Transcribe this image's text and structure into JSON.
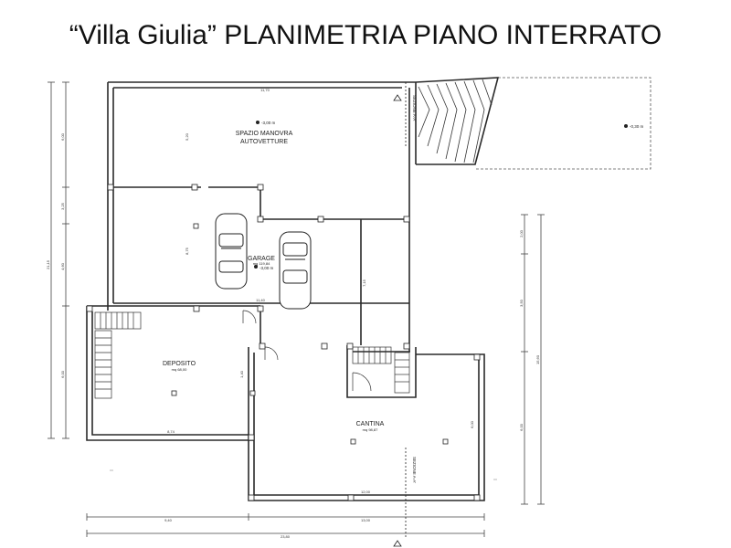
{
  "title": "“Villa Giulia”  PLANIMETRIA PIANO INTERRATO",
  "rooms": {
    "spazio_line1": "SPAZIO MANOVRA",
    "spazio_line2": "AUTOVETTURE",
    "garage": "GARAGE",
    "garage_area": "mq 119,84",
    "deposito": "DEPOSITO",
    "deposito_area": "mq 68,00",
    "cantina": "CANTINA",
    "cantina_area": "mq 98,87"
  },
  "levels": {
    "spazio": "-3,00 m",
    "garage": "-3,00 m",
    "terrace": "-0,30 m"
  },
  "section": {
    "top": "SEZIONE A-A'",
    "bottom": "SEZIONE A-A'"
  },
  "dimensions": {
    "top_width": "11,70",
    "garage_lower": "11,40",
    "deposito_width": "8,74",
    "cantina_width": "12,00",
    "spazio_depth": "5,20",
    "garage_depth": "8,75",
    "stair_height": "7,15",
    "deposito_height": "1,40",
    "cantina_height": "6,00",
    "left_1": "6,00",
    "left_2": "3,25",
    "left_3": "4,60",
    "left_total": "21,15",
    "left_4": "6,00",
    "right_1": "2,00",
    "right_2": "3,50",
    "right_3": "6,00",
    "right_total": "15,60",
    "bottom_1": "9,40",
    "bottom_2": "13,00",
    "bottom_total": "23,80"
  },
  "colors": {
    "line": "#2a2a2a",
    "thin": "#666666"
  }
}
